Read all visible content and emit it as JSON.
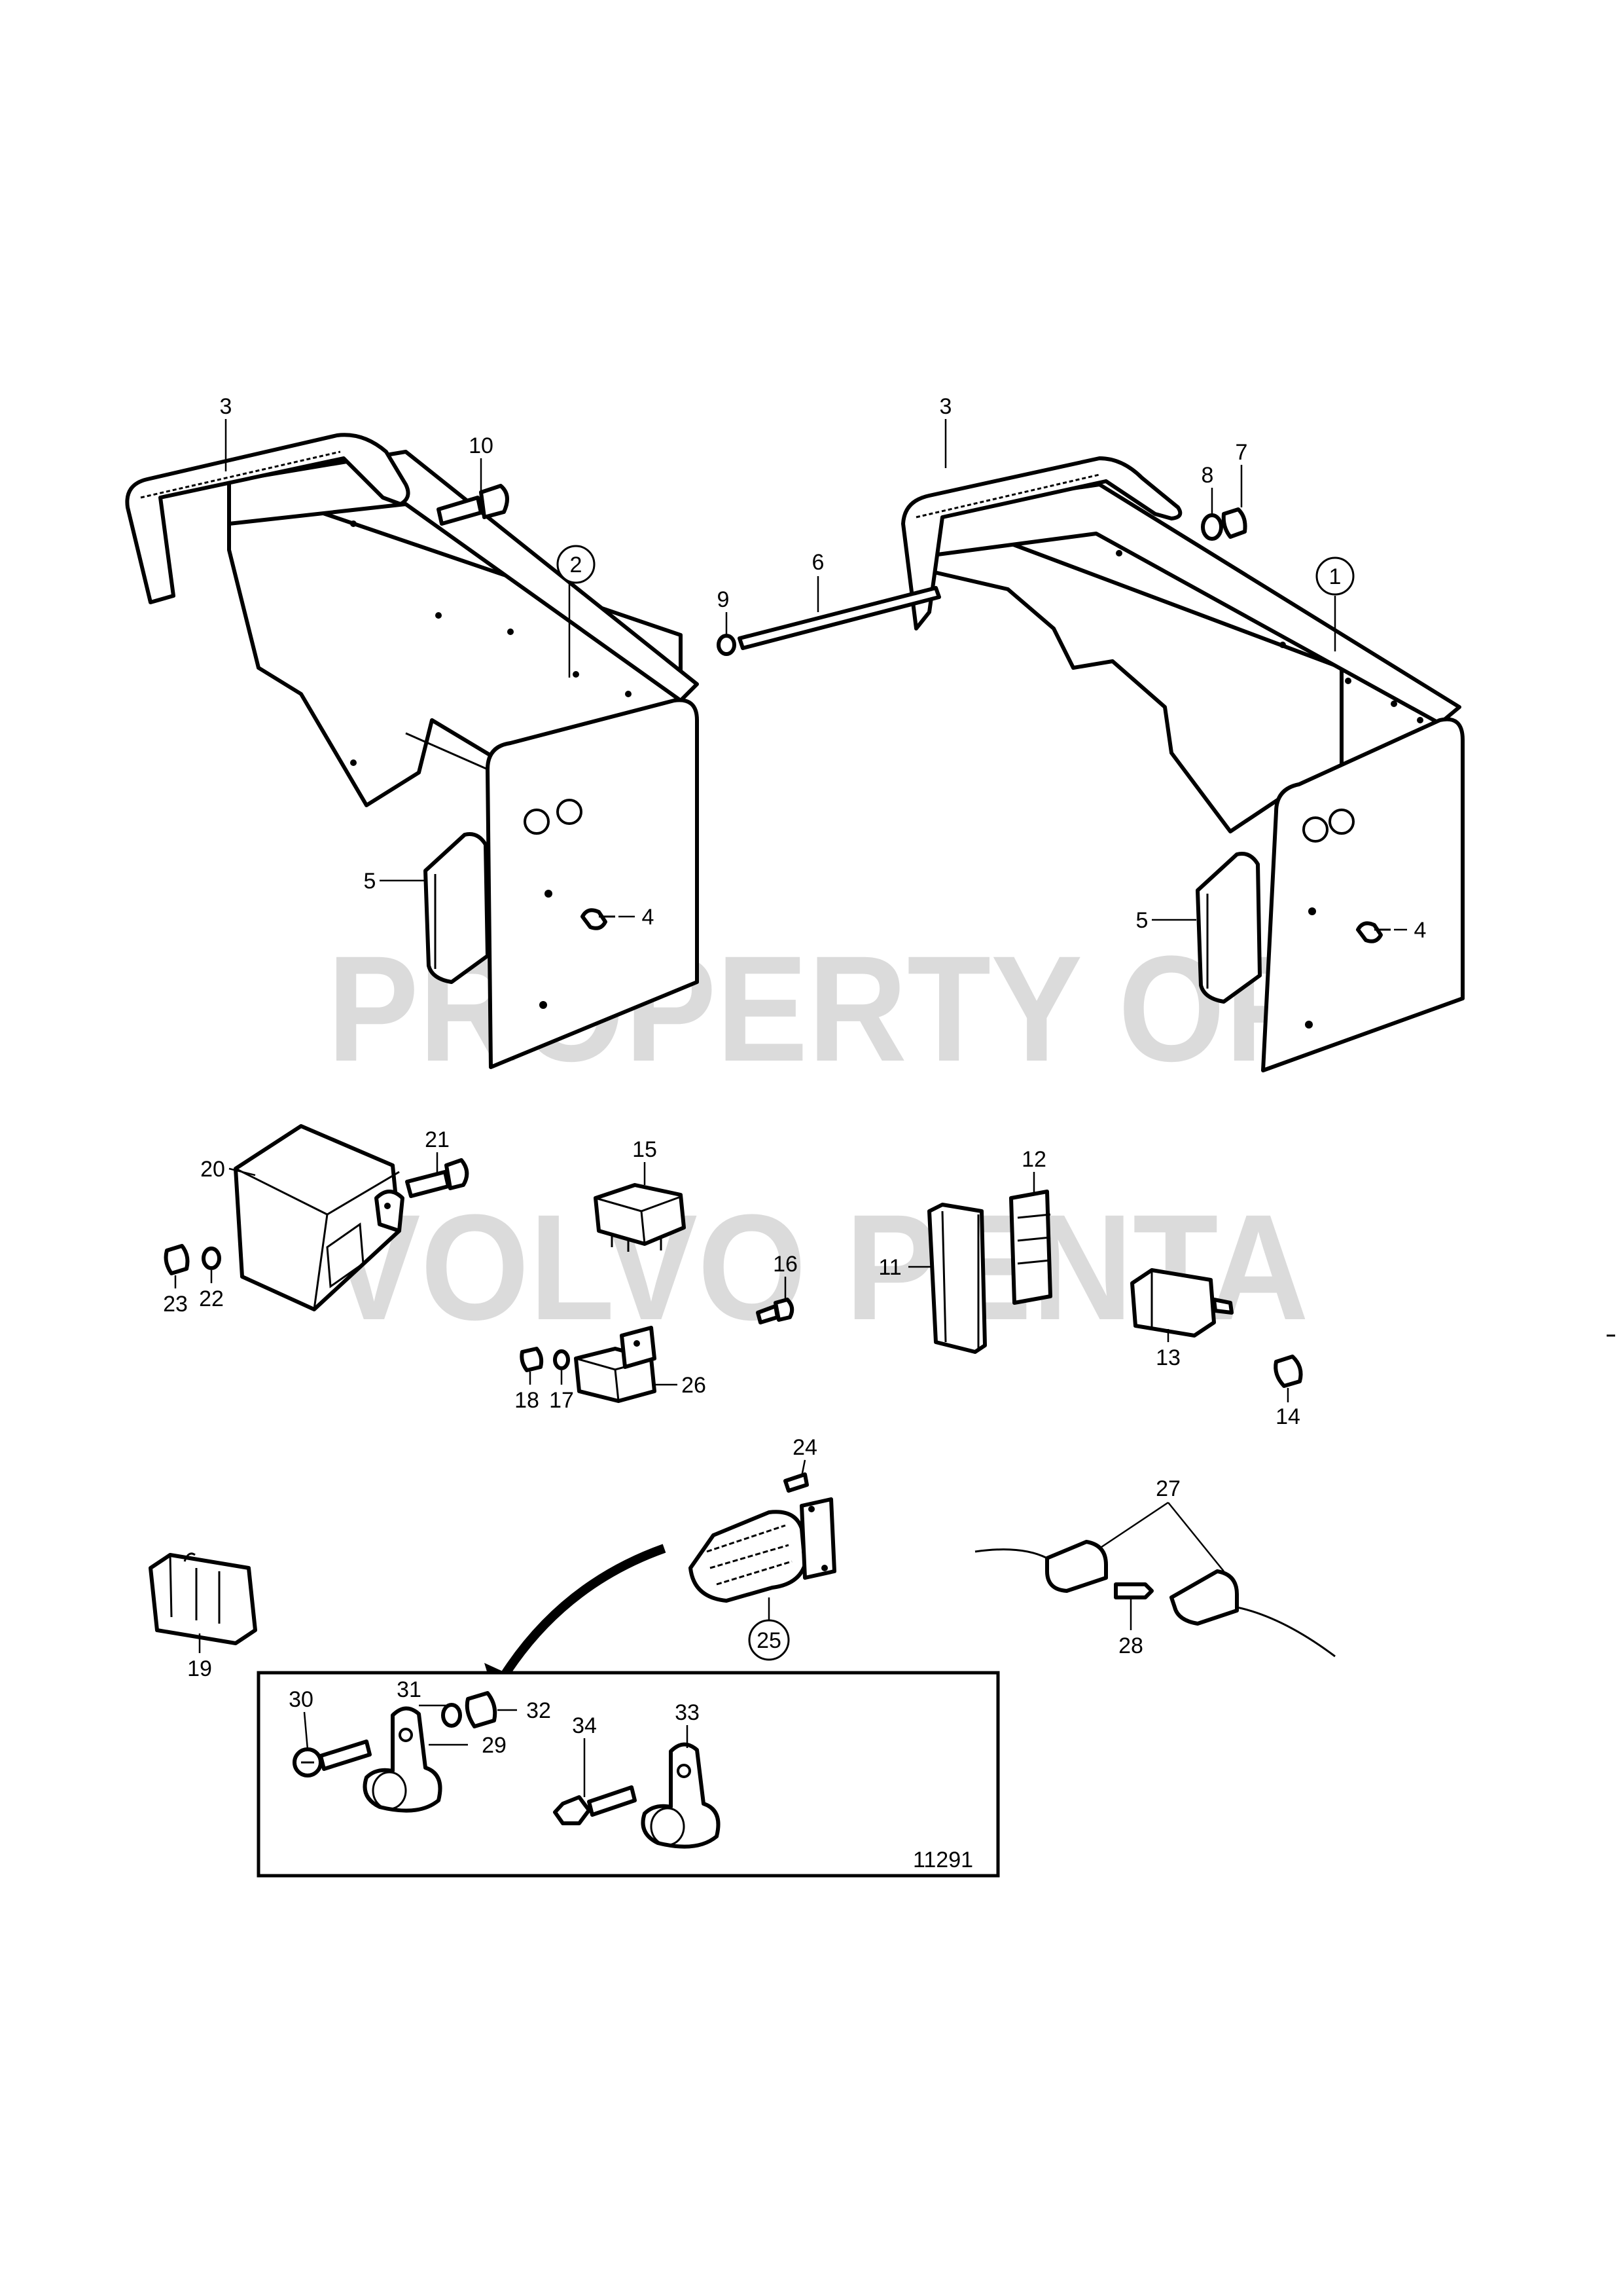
{
  "watermark": {
    "line1": "PROPERTY OF",
    "line2": "VOLVO PENTA"
  },
  "drawing_number": "11291",
  "callouts": {
    "c1": "1",
    "c2": "2",
    "c3a": "3",
    "c3b": "3",
    "c4a": "4",
    "c4b": "4",
    "c5a": "5",
    "c5b": "5",
    "c6": "6",
    "c7": "7",
    "c8": "8",
    "c9": "9",
    "c10": "10",
    "c11": "11",
    "c12": "12",
    "c13": "13",
    "c14": "14",
    "c15": "15",
    "c16": "16",
    "c17": "17",
    "c18": "18",
    "c19": "19",
    "c20": "20",
    "c21": "21",
    "c22": "22",
    "c23": "23",
    "c24": "24",
    "c25": "25",
    "c26": "26",
    "c27": "27",
    "c28": "28",
    "c29": "29",
    "c30": "30",
    "c31": "31",
    "c32": "32",
    "c33": "33",
    "c34": "34"
  }
}
